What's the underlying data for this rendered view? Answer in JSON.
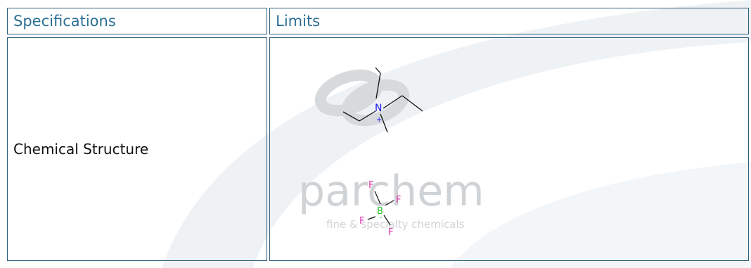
{
  "table": {
    "headers": [
      "Specifications",
      "Limits"
    ],
    "rows": [
      {
        "label": "Chemical Structure"
      }
    ]
  },
  "structure": {
    "cation_atom": "N",
    "cation_charge": "+",
    "anion_center": "B",
    "anion_charge": "-",
    "fluorine": "F",
    "colors": {
      "nitrogen": "#1a1aee",
      "boron": "#22bb22",
      "fluorine": "#dd33aa",
      "bond": "#111111"
    }
  },
  "watermark": {
    "brand": "parchem",
    "tagline": "fine & specialty chemicals",
    "color": "#c8ccd0"
  },
  "colors": {
    "header_text": "#2a6f95",
    "border": "#2f5f7d",
    "swoosh": "#eef2f5"
  }
}
